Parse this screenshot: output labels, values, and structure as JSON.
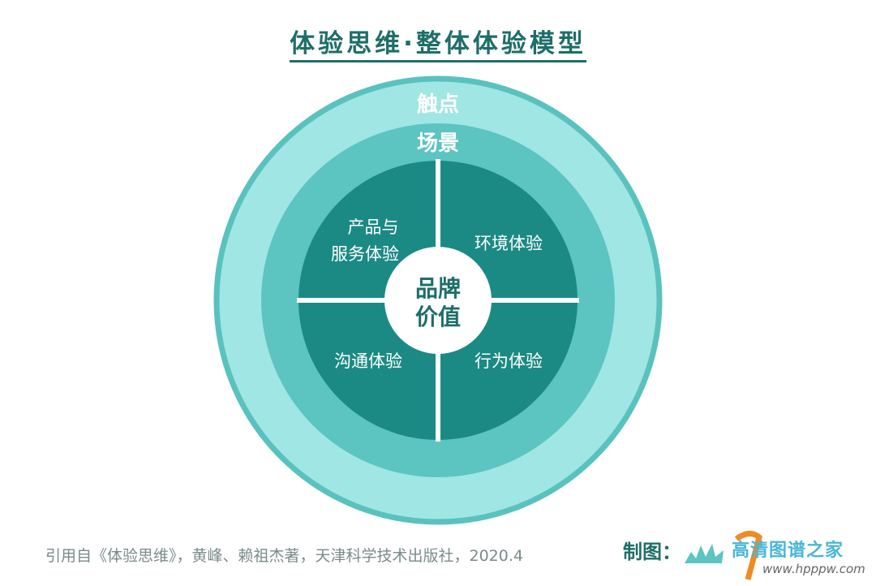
{
  "title": "体验思维·整体体验模型",
  "rings": {
    "outer_label": "触点",
    "middle_label": "场景",
    "center_label_line1": "品牌",
    "center_label_line2": "价值"
  },
  "quadrants": {
    "top_left_line1": "产品与",
    "top_left_line2": "服务体验",
    "top_right": "环境体验",
    "bottom_left": "沟通体验",
    "bottom_right": "行为体验"
  },
  "colors": {
    "outer_fill": "#a0e6e4",
    "outer_border": "#5ac2be",
    "middle_fill": "#5cc4c1",
    "inner_fill": "#1c8a84",
    "title": "#1e6e69"
  },
  "footer": {
    "citation": "引用自《体验思维》，黄峰、赖祖杰著，天津科学技术出版社，2020.4",
    "maker_label": "制图：",
    "logo_text": "高清图谱之家",
    "logo_url": "www.hpppw.com"
  }
}
